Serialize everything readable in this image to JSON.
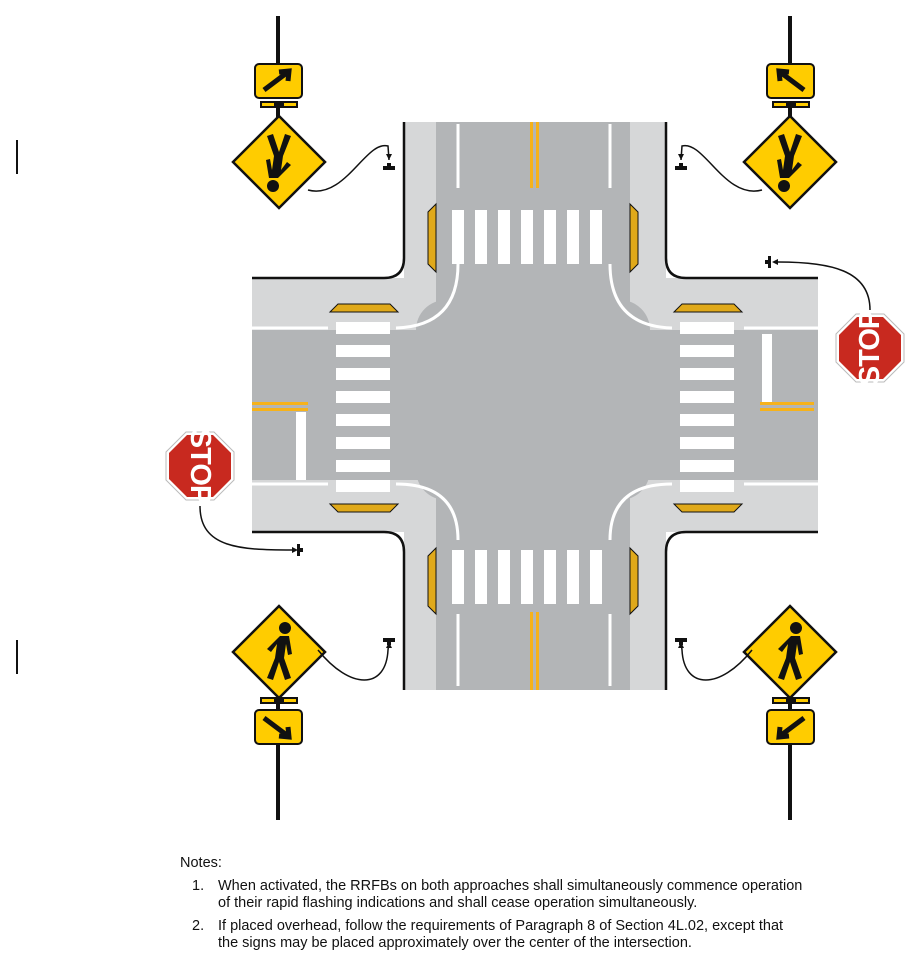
{
  "diagram": {
    "stop_sign_left_text": "STOP",
    "stop_sign_right_text": "STOP",
    "colors": {
      "pavement": "#b3b5b7",
      "sidewalk": "#d6d7d8",
      "curb": "#111111",
      "crosswalk": "#ffffff",
      "centerline": "#f6b21b",
      "warning_sign": "#ffcc00",
      "stop_sign": "#c8291f",
      "tactile": "#e0a91a"
    },
    "icons": {
      "warning_sign": "pedestrian-crossing-sign-icon",
      "plaque": "diagonal-arrow-plaque-icon",
      "beacon": "rrfb-light-bar-icon",
      "push_button": "push-button-icon",
      "stop": "stop-sign-icon"
    }
  },
  "notes": {
    "title": "Notes:",
    "items": [
      {
        "number": "1.",
        "line1": "When activated, the RRFBs on both approaches shall simultaneously commence operation",
        "line2": "of their rapid flashing indications and shall cease operation simultaneously."
      },
      {
        "number": "2.",
        "line1": "If placed overhead, follow the requirements of Paragraph 8 of Section 4L.02, except that",
        "line2": "the signs may be placed approximately over the center of the intersection."
      }
    ]
  }
}
